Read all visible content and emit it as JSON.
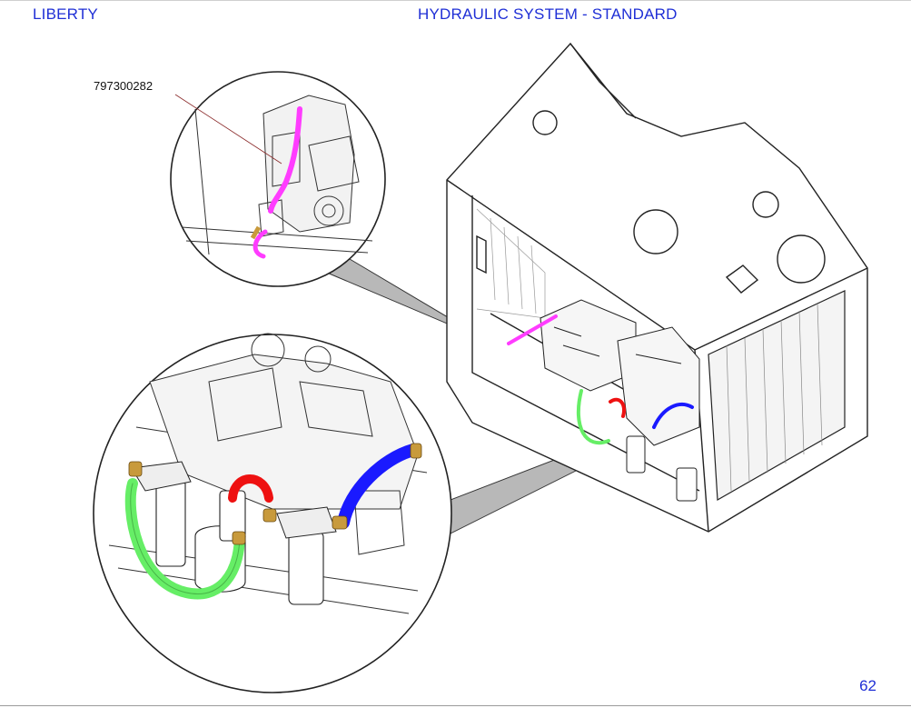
{
  "header": {
    "brand": "LIBERTY",
    "title": "HYDRAULIC SYSTEM - STANDARD"
  },
  "callouts": [
    {
      "part_number": "797300282"
    }
  ],
  "footer": {
    "page_number": "62"
  },
  "colors": {
    "header_text": "#1f2fd6",
    "hose_pink": "#ff3cff",
    "hose_green": "#66ee66",
    "hose_red": "#ee1111",
    "hose_blue": "#1a1aff",
    "fitting_brass": "#c89a3c",
    "zoom_cone": "#b5b5b5"
  }
}
